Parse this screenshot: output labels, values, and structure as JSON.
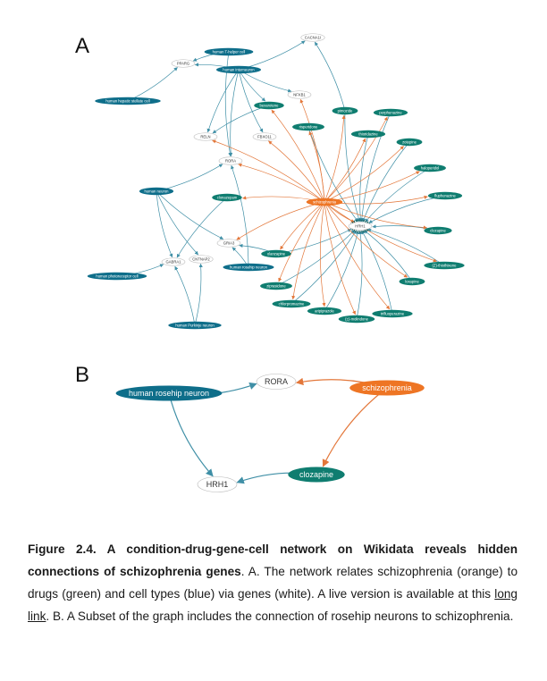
{
  "panels": {
    "a": "A",
    "b": "B"
  },
  "colors": {
    "cell": "#0e6e8a",
    "drug": "#0f7d70",
    "gene": "#ffffff",
    "condition": "#ee7524",
    "edge_blue": "#3f8fa6",
    "edge_orange": "#e3773a"
  },
  "network_a": {
    "nodes": [
      {
        "id": "cacna1",
        "label": "CACNA1I",
        "type": "gene"
      },
      {
        "id": "thelper",
        "label": "human T-helper cell",
        "type": "cell"
      },
      {
        "id": "pparg",
        "label": "PPARG",
        "type": "gene"
      },
      {
        "id": "interneuron",
        "label": "human interneuron",
        "type": "cell"
      },
      {
        "id": "stellate",
        "label": "human hepatic stellate cell",
        "type": "cell"
      },
      {
        "id": "nfkb1",
        "label": "NFKB1",
        "type": "gene"
      },
      {
        "id": "bexarotene",
        "label": "bexarotene",
        "type": "drug"
      },
      {
        "id": "pimozide",
        "label": "pimozide",
        "type": "drug"
      },
      {
        "id": "perphenazine",
        "label": "perphenazine",
        "type": "drug"
      },
      {
        "id": "risperidone",
        "label": "risperidone",
        "type": "drug"
      },
      {
        "id": "reln",
        "label": "RELN",
        "type": "gene"
      },
      {
        "id": "fbxo11",
        "label": "FBXO11",
        "type": "gene"
      },
      {
        "id": "thioridazine",
        "label": "thioridazine",
        "type": "drug"
      },
      {
        "id": "zotepine",
        "label": "zotepine",
        "type": "drug"
      },
      {
        "id": "rora",
        "label": "RORA",
        "type": "gene"
      },
      {
        "id": "haloperidol",
        "label": "haloperidol",
        "type": "drug"
      },
      {
        "id": "humanneuron",
        "label": "human neuron",
        "type": "cell"
      },
      {
        "id": "clonazepam",
        "label": "clonazepam",
        "type": "drug"
      },
      {
        "id": "schizophrenia",
        "label": "schizophrenia",
        "type": "condition"
      },
      {
        "id": "fluphenazine",
        "label": "fluphenazine",
        "type": "drug"
      },
      {
        "id": "hrh1",
        "label": "HRH1",
        "type": "gene"
      },
      {
        "id": "clozapine",
        "label": "clozapine",
        "type": "drug"
      },
      {
        "id": "gria3",
        "label": "GRIA3",
        "type": "gene"
      },
      {
        "id": "olanzapine",
        "label": "olanzapine",
        "type": "drug"
      },
      {
        "id": "gabra1",
        "label": "GABRA1",
        "type": "gene"
      },
      {
        "id": "cntnap2",
        "label": "CNTNAP2",
        "type": "gene"
      },
      {
        "id": "rosehip",
        "label": "human rosehip neuron",
        "type": "cell"
      },
      {
        "id": "thiothixene",
        "label": "(Z)-thiothixene",
        "type": "drug"
      },
      {
        "id": "photoreceptor",
        "label": "human photoreceptor cell",
        "type": "cell"
      },
      {
        "id": "ziprasidone",
        "label": "ziprasidone",
        "type": "drug"
      },
      {
        "id": "loxapine",
        "label": "loxapine",
        "type": "drug"
      },
      {
        "id": "chlorpromazine",
        "label": "chlorpromazine",
        "type": "drug"
      },
      {
        "id": "aripiprazole",
        "label": "aripiprazole",
        "type": "drug"
      },
      {
        "id": "trifluoperazine",
        "label": "trifluoperazine",
        "type": "drug"
      },
      {
        "id": "molindone",
        "label": "(±)-molindone",
        "type": "drug"
      },
      {
        "id": "purkinje",
        "label": "human Purkinje neuron",
        "type": "cell"
      }
    ],
    "edges": [
      [
        "interneuron",
        "cacna1"
      ],
      [
        "thelper",
        "pparg"
      ],
      [
        "interneuron",
        "pparg"
      ],
      [
        "stellate",
        "pparg"
      ],
      [
        "interneuron",
        "nfkb1"
      ],
      [
        "interneuron",
        "reln"
      ],
      [
        "interneuron",
        "rora"
      ],
      [
        "interneuron",
        "bexarotene"
      ],
      [
        "bexarotene",
        "reln"
      ],
      [
        "thelper",
        "rora"
      ],
      [
        "interneuron",
        "fbxo11"
      ],
      [
        "pimozide",
        "cacna1"
      ],
      [
        "humanneuron",
        "rora"
      ],
      [
        "humanneuron",
        "gabra1"
      ],
      [
        "humanneuron",
        "cntnap2"
      ],
      [
        "humanneuron",
        "gria3"
      ],
      [
        "clonazepam",
        "gabra1"
      ],
      [
        "rosehip",
        "rora"
      ],
      [
        "rosehip",
        "gria3"
      ],
      [
        "photoreceptor",
        "gabra1"
      ],
      [
        "purkinje",
        "gabra1"
      ],
      [
        "purkinje",
        "cntnap2"
      ],
      [
        "olanzapine",
        "gria3"
      ],
      [
        "perphenazine",
        "hrh1"
      ],
      [
        "risperidone",
        "hrh1"
      ],
      [
        "thioridazine",
        "hrh1"
      ],
      [
        "zotepine",
        "hrh1"
      ],
      [
        "haloperidol",
        "hrh1"
      ],
      [
        "fluphenazine",
        "hrh1"
      ],
      [
        "clozapine",
        "hrh1"
      ],
      [
        "thiothixene",
        "hrh1"
      ],
      [
        "loxapine",
        "hrh1"
      ],
      [
        "trifluoperazine",
        "hrh1"
      ],
      [
        "molindone",
        "hrh1"
      ],
      [
        "aripiprazole",
        "hrh1"
      ],
      [
        "chlorpromazine",
        "hrh1"
      ],
      [
        "ziprasidone",
        "hrh1"
      ],
      [
        "olanzapine",
        "hrh1"
      ],
      [
        "pimozide",
        "hrh1"
      ],
      [
        "schizophrenia",
        "bexarotene"
      ],
      [
        "schizophrenia",
        "nfkb1"
      ],
      [
        "schizophrenia",
        "reln"
      ],
      [
        "schizophrenia",
        "fbxo11"
      ],
      [
        "schizophrenia",
        "rora"
      ],
      [
        "schizophrenia",
        "pimozide"
      ],
      [
        "schizophrenia",
        "perphenazine"
      ],
      [
        "schizophrenia",
        "risperidone"
      ],
      [
        "schizophrenia",
        "thioridazine"
      ],
      [
        "schizophrenia",
        "zotepine"
      ],
      [
        "schizophrenia",
        "haloperidol"
      ],
      [
        "schizophrenia",
        "fluphenazine"
      ],
      [
        "schizophrenia",
        "clonazepam"
      ],
      [
        "schizophrenia",
        "hrh1"
      ],
      [
        "schizophrenia",
        "clozapine"
      ],
      [
        "schizophrenia",
        "gria3"
      ],
      [
        "schizophrenia",
        "olanzapine"
      ],
      [
        "schizophrenia",
        "thiothixene"
      ],
      [
        "schizophrenia",
        "ziprasidone"
      ],
      [
        "schizophrenia",
        "loxapine"
      ],
      [
        "schizophrenia",
        "chlorpromazine"
      ],
      [
        "schizophrenia",
        "aripiprazole"
      ],
      [
        "schizophrenia",
        "trifluoperazine"
      ],
      [
        "schizophrenia",
        "molindone"
      ]
    ]
  },
  "network_b": {
    "nodes": [
      {
        "id": "rosehip",
        "label": "human rosehip neuron",
        "type": "cell"
      },
      {
        "id": "rora",
        "label": "RORA",
        "type": "gene"
      },
      {
        "id": "schizophrenia",
        "label": "schizophrenia",
        "type": "condition"
      },
      {
        "id": "hrh1",
        "label": "HRH1",
        "type": "gene"
      },
      {
        "id": "clozapine",
        "label": "clozapine",
        "type": "drug"
      }
    ],
    "edges": [
      [
        "rosehip",
        "rora"
      ],
      [
        "rosehip",
        "hrh1"
      ],
      [
        "schizophrenia",
        "rora"
      ],
      [
        "schizophrenia",
        "clozapine"
      ],
      [
        "clozapine",
        "hrh1"
      ]
    ]
  },
  "caption": {
    "title": "Figure 2.4. A condition-drug-gene-cell network on Wikidata reveals hidden connections of schizophrenia genes",
    "text_1": ". A. The network relates schizophrenia (orange) to drugs (green) and cell types (blue) via genes (white). A live version is available at this ",
    "link": "long link",
    "text_2": ". B. A Subset of the graph includes the connection of rosehip neurons to schizophrenia."
  }
}
